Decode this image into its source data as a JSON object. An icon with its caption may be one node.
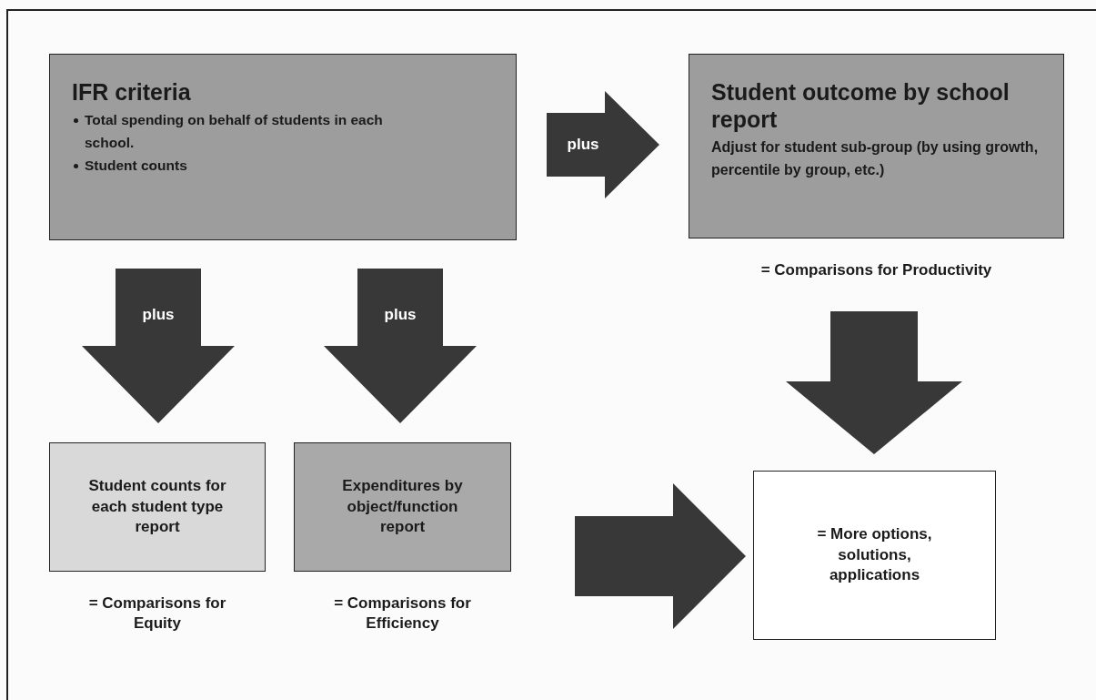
{
  "diagram": {
    "nodes": [
      {
        "text": [
          "IFR criteria",
          "Total spending on behalf of students in each school.",
          "Student counts"
        ]
      },
      {
        "text": [
          "Student outcome by school report",
          "Adjust for student sub-group (by using growth, percentile by group, etc.)"
        ],
        "beside": [
          "= Comparisons for Productivity"
        ]
      },
      {
        "text": [
          "Student counts for each student type report"
        ],
        "beside": [
          "= Comparisons for Equity"
        ]
      },
      {
        "text": [
          "Expenditures by object/function report"
        ],
        "beside": [
          "= Comparisons for Efficiency"
        ]
      },
      {
        "text": [
          "= More options, solutions, applications"
        ]
      }
    ],
    "edges": [
      {
        "from": 0,
        "to": 1,
        "arrow": "to",
        "label": "plus"
      },
      {
        "from": 0,
        "to": 2,
        "arrow": "to",
        "label": "plus"
      },
      {
        "from": 0,
        "to": 3,
        "arrow": "to",
        "label": "plus"
      },
      {
        "from": 1,
        "to": 4,
        "arrow": "to"
      },
      {
        "from": null,
        "to": 4,
        "arrow": "to"
      }
    ]
  }
}
